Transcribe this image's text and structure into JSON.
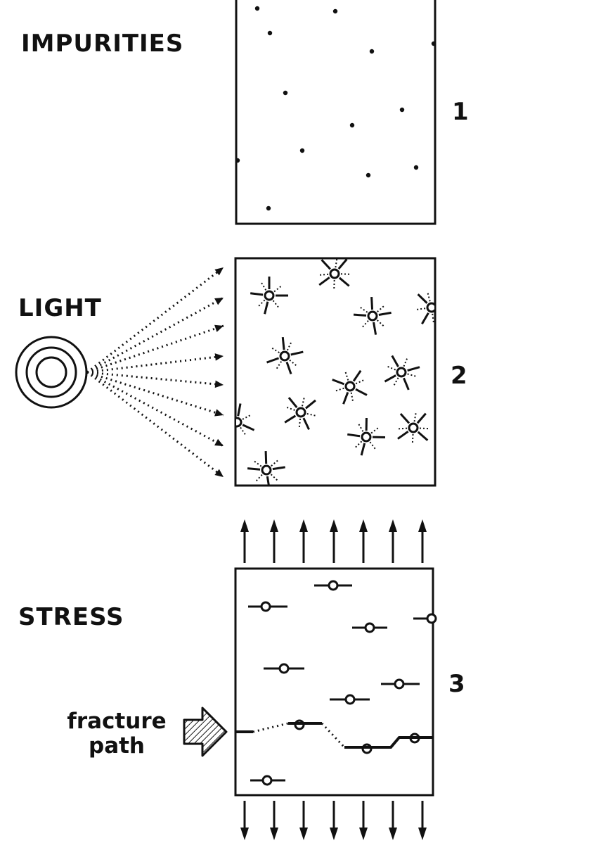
{
  "panels": [
    {
      "label": "IMPURITIES",
      "number": "1"
    },
    {
      "label": "LIGHT",
      "number": "2"
    },
    {
      "label": "STRESS",
      "number": "3"
    }
  ],
  "fracture_label": {
    "line1": "fracture",
    "line2": "path"
  },
  "colors": {
    "ink": "#111111",
    "background": "#ffffff"
  },
  "icons": [
    "light-source-icon",
    "fracture-arrow-icon"
  ]
}
